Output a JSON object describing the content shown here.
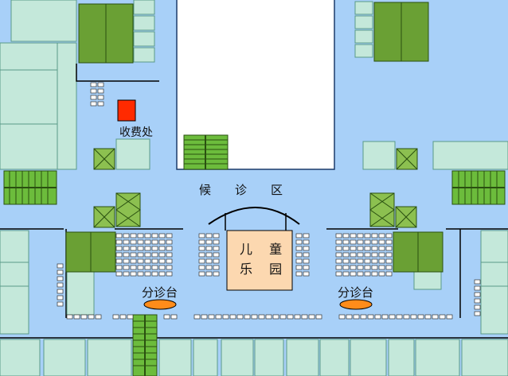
{
  "map": {
    "title": "",
    "labels": {
      "cashier": "收费处",
      "waiting_area": "候诊区",
      "playground_line1": "儿 童",
      "playground_line2": "乐 园",
      "triage_left": "分诊台",
      "triage_right": "分诊台"
    },
    "colors": {
      "floor": "#a8d0f8",
      "room": "#c4e8da",
      "room_border": "#5a9a88",
      "dark_green": "#6aa034",
      "light_green": "#8cc050",
      "stairs": "#6cbc3c",
      "cashier_red": "#ff2a00",
      "desk_orange": "#ff8c1a",
      "playground": "#fcd8b0",
      "wall": "#000000"
    }
  }
}
